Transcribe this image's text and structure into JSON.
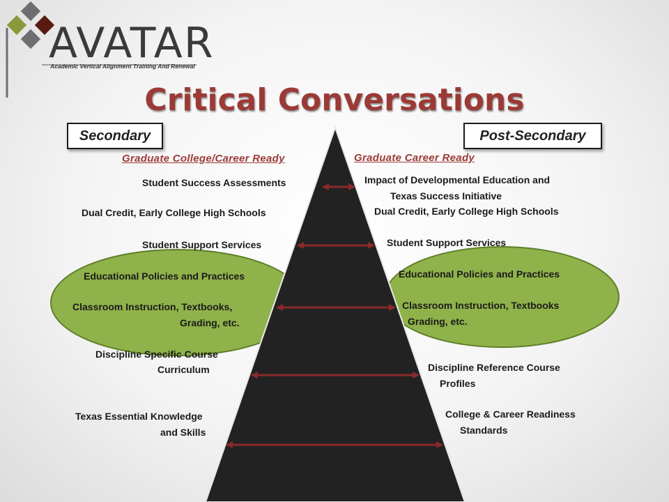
{
  "logo": {
    "word": "AVATAR",
    "tagline": "Academic Vertical Alignment Training And Renewal",
    "icon": "avatar-squares-logo-icon",
    "colors": [
      "#6d6e71",
      "#5a1a14",
      "#8a9a3a"
    ]
  },
  "title": "Critical Conversations",
  "left": {
    "header": "Secondary",
    "subheader": "Graduate  College/Career  Ready",
    "items": [
      "Student Success Assessments",
      "Dual Credit, Early College High Schools",
      "Student Support Services",
      "Educational Policies and Practices",
      "Classroom Instruction, Textbooks,",
      "Grading, etc.",
      "Discipline Specific Course",
      "Curriculum",
      "Texas Essential Knowledge",
      "and Skills"
    ]
  },
  "right": {
    "header": "Post-Secondary",
    "subheader": "Graduate  Career  Ready",
    "items": [
      "Impact of Developmental Education and",
      "Texas Success Initiative",
      "Dual Credit, Early College High Schools",
      "Student Support Services",
      "Educational Policies and Practices",
      "Classroom Instruction, Textbooks",
      "Grading, etc.",
      "Discipline Reference Course",
      "Profiles",
      "College & Career Readiness",
      "Standards"
    ]
  },
  "colors": {
    "title": "#9b3a36",
    "pyramid": "#222222",
    "ellipse_fill": "#8fb24a",
    "ellipse_stroke": "#5f7f2a",
    "arrow": "#8a2a2a"
  }
}
